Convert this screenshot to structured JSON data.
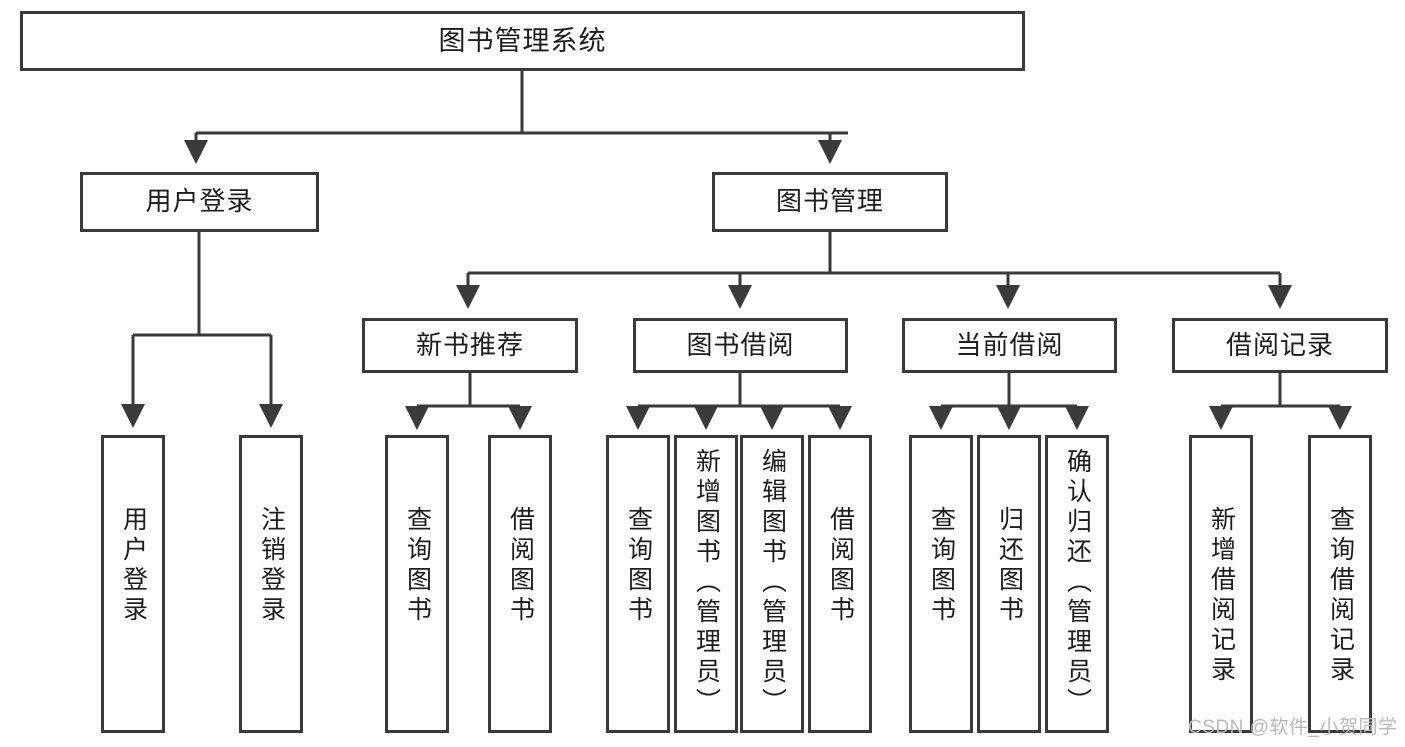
{
  "diagram": {
    "title_text": "图书管理系统",
    "type": "hierarchy-tree",
    "watermark": "CSDN @软件_小贺同学",
    "colors": {
      "stroke": "#3a3a3a",
      "fill": "#ffffff",
      "text": "#1d1d1d",
      "watermark": "#b9b9b9"
    }
  },
  "nodes": {
    "root": {
      "label": "图书管理系统",
      "level": 1
    },
    "level2": [
      {
        "id": "user-login",
        "label": "用户登录"
      },
      {
        "id": "book-management",
        "label": "图书管理"
      }
    ],
    "level3": [
      {
        "id": "new-book-recommend",
        "label": "新书推荐"
      },
      {
        "id": "book-borrow",
        "label": "图书借阅"
      },
      {
        "id": "current-borrow",
        "label": "当前借阅"
      },
      {
        "id": "borrow-record",
        "label": "借阅记录"
      }
    ],
    "leaves": {
      "user-login": [
        {
          "id": "leaf-user-login",
          "label": "用户登录"
        },
        {
          "id": "leaf-logout",
          "label": "注销登录"
        }
      ],
      "new-book-recommend": [
        {
          "id": "leaf-query-book-1",
          "label": "查询图书"
        },
        {
          "id": "leaf-borrow-book-1",
          "label": "借阅图书"
        }
      ],
      "book-borrow": [
        {
          "id": "leaf-query-book-2",
          "label": "查询图书"
        },
        {
          "id": "leaf-add-book",
          "label": "新增图书（管理员）"
        },
        {
          "id": "leaf-edit-book",
          "label": "编辑图书（管理员）"
        },
        {
          "id": "leaf-borrow-book-2",
          "label": "借阅图书"
        }
      ],
      "current-borrow": [
        {
          "id": "leaf-query-book-3",
          "label": "查询图书"
        },
        {
          "id": "leaf-return-book",
          "label": "归还图书"
        },
        {
          "id": "leaf-confirm-return",
          "label": "确认归还（管理员）"
        }
      ],
      "borrow-record": [
        {
          "id": "leaf-add-record",
          "label": "新增借阅记录"
        },
        {
          "id": "leaf-query-record",
          "label": "查询借阅记录"
        }
      ]
    }
  }
}
